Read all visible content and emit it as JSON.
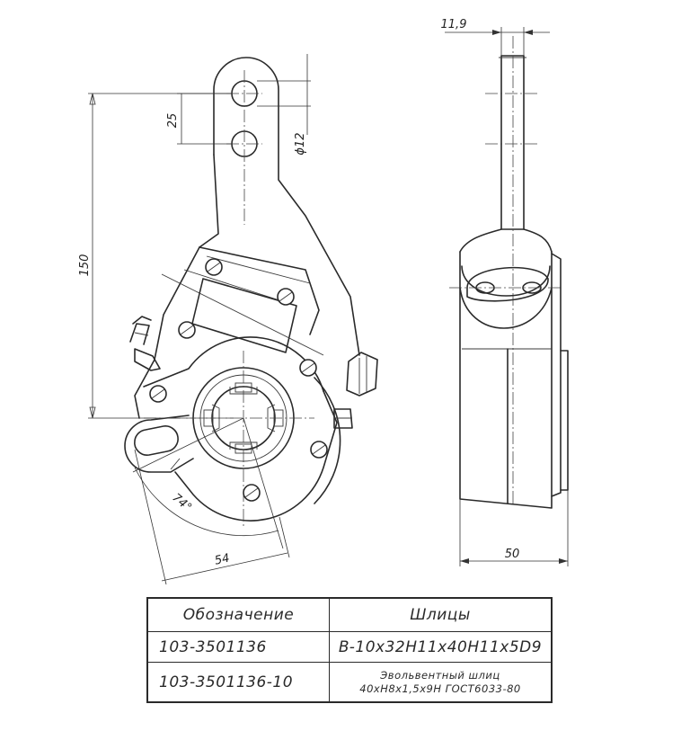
{
  "dimensions": {
    "shaft_width": "11,9",
    "hole_pitch": "25",
    "hole_diameter": "ϕ12",
    "lever_length": "150",
    "angle": "74°",
    "radius_offset": "54",
    "body_width": "50"
  },
  "table": {
    "headers": [
      "Обозначение",
      "Шлицы"
    ],
    "rows": [
      {
        "code": "103-3501136",
        "splines": [
          "B-10x32H11x40H11x5D9"
        ]
      },
      {
        "code": "103-3501136-10",
        "splines": [
          "Эвольвентный шлиц",
          "40xH8x1,5x9H ГОСТ6033-80"
        ]
      }
    ]
  }
}
